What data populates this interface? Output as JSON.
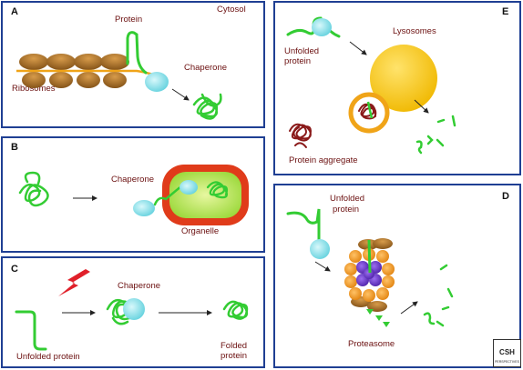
{
  "panels": {
    "a": {
      "letter": "A",
      "protein": "Protein",
      "cytosol": "Cytosol",
      "ribosomes": "Ribosomes",
      "chaperone": "Chaperone"
    },
    "b": {
      "letter": "B",
      "chaperone": "Chaperone",
      "organelle": "Organelle"
    },
    "c": {
      "letter": "C",
      "chaperone": "Chaperone",
      "unfolded": "Unfolded protein",
      "folded_1": "Folded",
      "folded_2": "protein"
    },
    "e": {
      "letter": "E",
      "unfolded_1": "Unfolded",
      "unfolded_2": "protein",
      "lysosomes": "Lysosomes",
      "aggregate": "Protein aggregate"
    },
    "d": {
      "letter": "D",
      "unfolded_1": "Unfolded",
      "unfolded_2": "protein",
      "proteasome": "Proteasome"
    }
  },
  "logo": {
    "line1": "CSH",
    "line2": "PERSPECTIVES"
  },
  "colors": {
    "border": "#1f3f93",
    "label": "#6b1010",
    "protein": "#33cc33",
    "chaperone": "#7fe0ea",
    "ribosome": "#a0661b",
    "lysosome": "#f5c518",
    "aggregate": "#8a1a1a",
    "proteasome_orange": "#f29a1e",
    "proteasome_purple": "#6a35c9",
    "organelle_outer": "#e03b1a",
    "organelle_inner": "#a8e24a",
    "lightning": "#e0202a"
  }
}
